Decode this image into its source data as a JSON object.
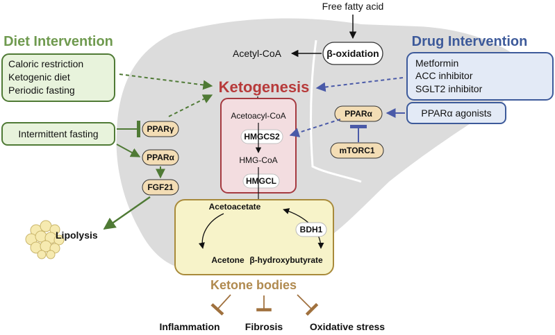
{
  "top": {
    "free_fatty_acid": "Free fatty acid"
  },
  "diet": {
    "title": "Diet Intervention",
    "items": [
      "Caloric restriction",
      "Ketogenic diet",
      "Periodic fasting"
    ],
    "intermittent": "Intermittent fasting",
    "ppar_gamma": "PPARγ",
    "ppar_alpha": "PPARα",
    "fgf21": "FGF21",
    "lipolysis": "Lipolysis"
  },
  "drug": {
    "title": "Drug Intervention",
    "items": [
      "Metformin",
      "ACC inhibitor",
      "SGLT2 inhibitor"
    ],
    "ppar_agonists": "PPARα agonists",
    "ppar_alpha": "PPARα",
    "mtorc1": "mTORC1"
  },
  "pathway": {
    "acetyl_coa": "Acetyl-CoA",
    "beta_oxidation": "β-oxidation",
    "ketogenesis": "Ketogenesis",
    "acetoacyl_coa": "Acetoacyl-CoA",
    "hmgcs2": "HMGCS2",
    "hmg_coa": "HMG-CoA",
    "hmgcl": "HMGCL"
  },
  "ketone": {
    "acetoacetate": "Acetoacetate",
    "bdh1": "BDH1",
    "acetone": "Acetone",
    "bhb": "β-hydroxybutyrate",
    "title": "Ketone bodies"
  },
  "outcomes": [
    "Inflammation",
    "Fibrosis",
    "Oxidative stress"
  ],
  "colors": {
    "diet": "#6f9a4f",
    "drug": "#3d5a9a",
    "keto": "#b73a3a",
    "ketone": "#b08a4f",
    "liver": "#d9d9d9"
  }
}
